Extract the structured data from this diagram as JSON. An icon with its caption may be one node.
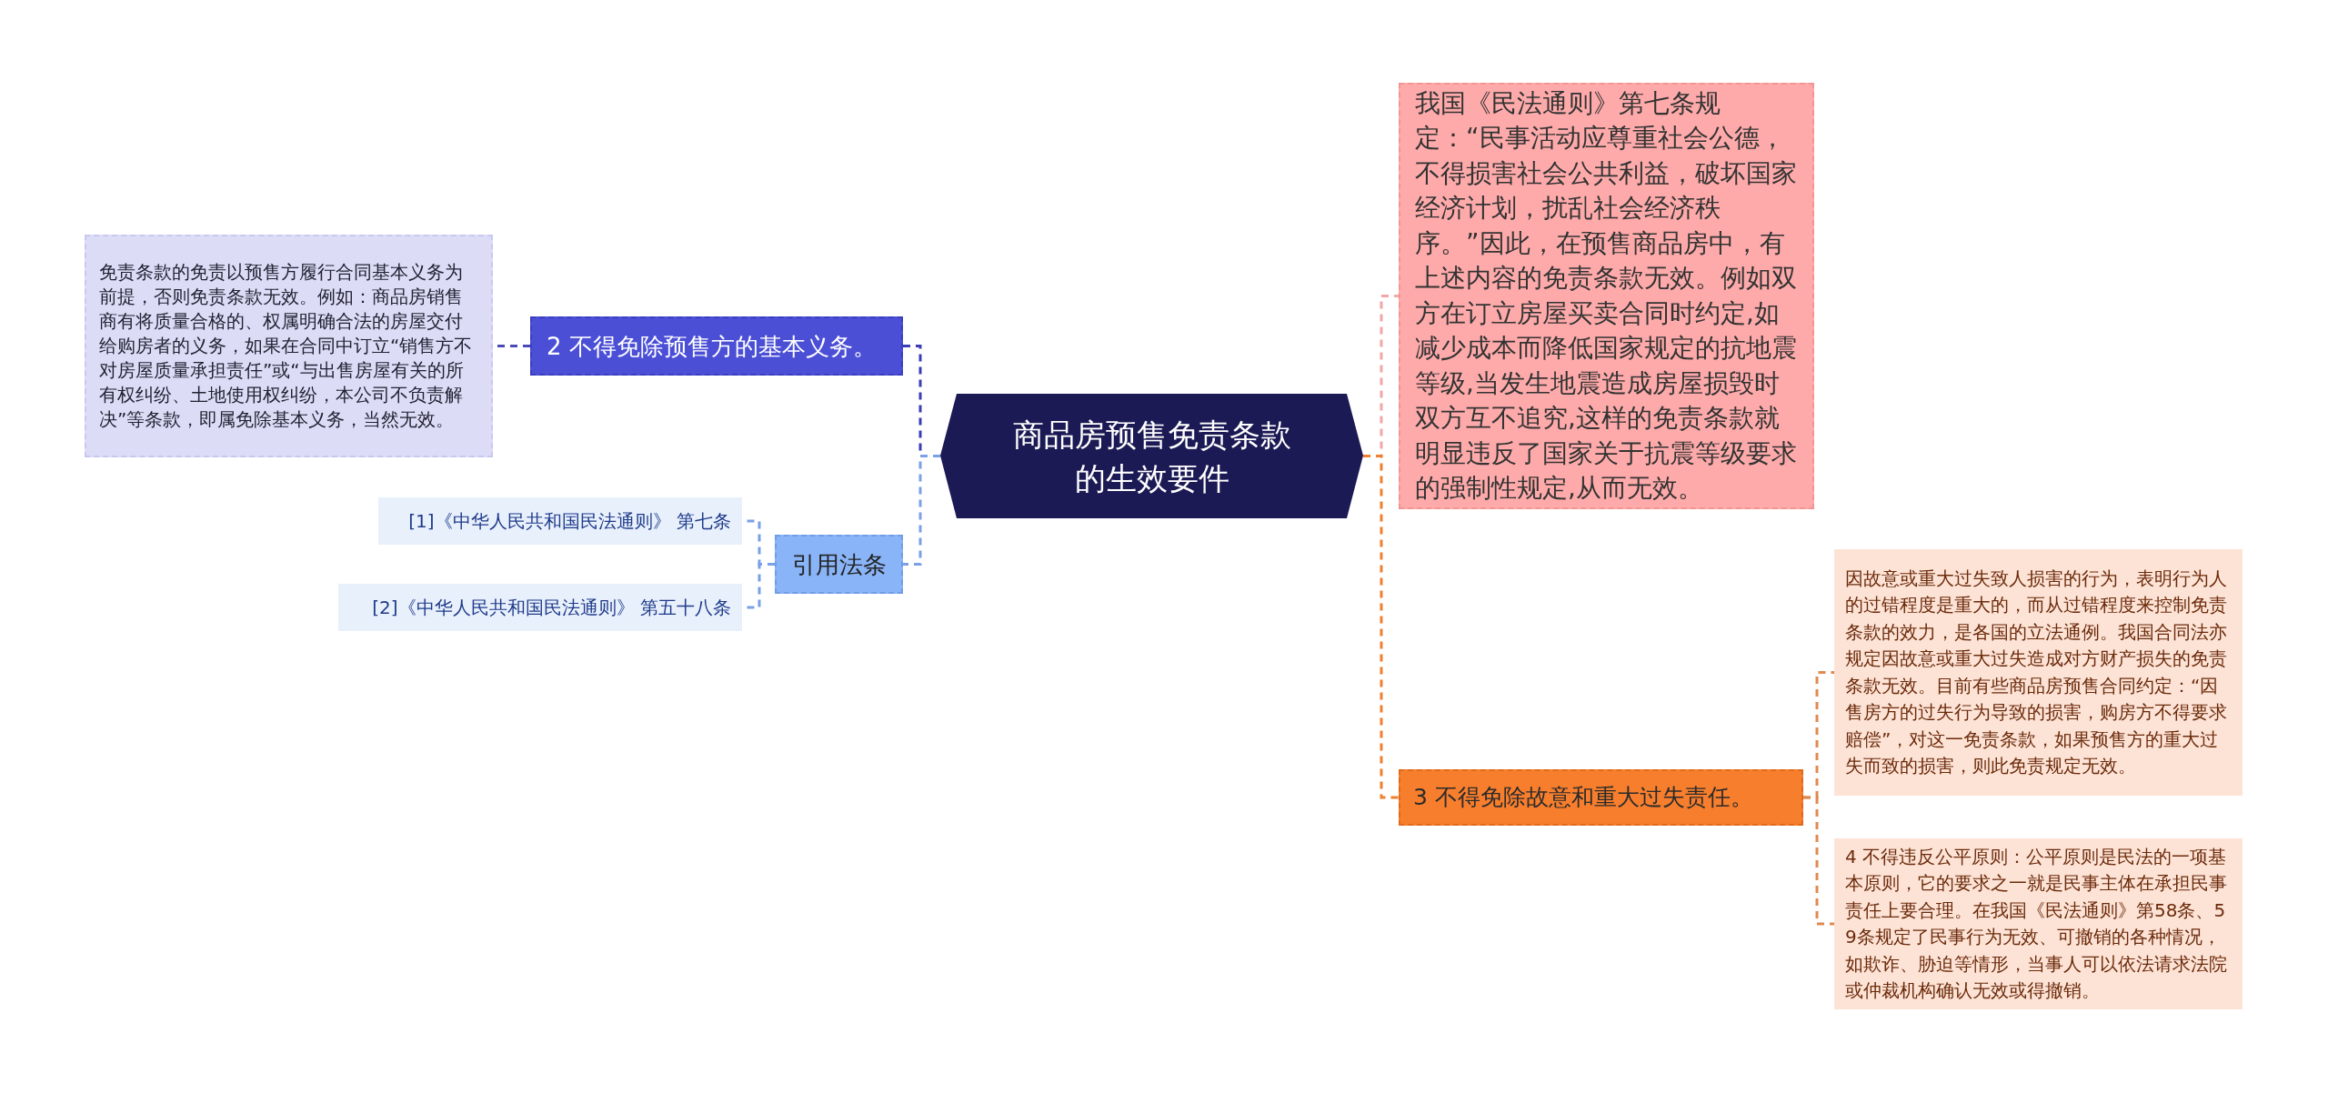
{
  "diagram": {
    "nodes": [
      {
        "text": [
          "商品房预售免责条款的生效要件"
        ]
      },
      {
        "text": [
          "2 不得免除预售方的基本义务。"
        ]
      },
      {
        "text": [
          "免责条款的免责以预售方履行合同基本义务为前提，否则免责条款无效。例如：商品房销售商有将质量合格的、权属明确合法的房屋交付给购房者的义务，如果在合同中订立“销售方不对房屋质量承担责任”或“与出售房屋有关的所有权纠纷、土地使用权纠纷，本公司不负责解决”等条款，即属免除基本义务，当然无效。"
        ]
      },
      {
        "text": [
          "引用法条"
        ]
      },
      {
        "text": [
          "[1]《中华人民共和国民法通则》 第七条"
        ]
      },
      {
        "text": [
          "[2]《中华人民共和国民法通则》 第五十八条"
        ]
      },
      {
        "text": [
          "我国《民法通则》第七条规定：“民事活动应尊重社会公德，不得损害社会公共利益，破坏国家经济计划，扰乱社会经济秩序。”因此，在预售商品房中，有上述内容的免责条款无效。例如双方在订立房屋买卖合同时约定,如减少成本而降低国家规定的抗地震等级,当发生地震造成房屋损毁时双方互不追究,这样的免责条款就明显违反了国家关于抗震等级要求的强制性规定,从而无效。"
        ]
      },
      {
        "text": [
          "3 不得免除故意和重大过失责任。"
        ]
      },
      {
        "text": [
          "因故意或重大过失致人损害的行为，表明行为人的过错程度是重大的，而从过错程度来控制免责条款的效力，是各国的立法通例。我国合同法亦规定因故意或重大过失造成对方财产损失的免责条款无效。目前有些商品房预售合同约定：“因售房方的过失行为导致的损害，购房方不得要求赔偿”，对这一免责条款，如果预售方的重大过失而致的损害，则此免责规定无效。"
        ]
      },
      {
        "text": [
          "4 不得违反公平原则：公平原则是民法的一项基本原则，它的要求之一就是民事主体在承担民事责任上要合理。在我国《民法通则》第58条、59条规定了民事行为无效、可撤销的各种情况，如欺诈、胁迫等情形，当事人可以依法请求法院或仲裁机构确认无效或得撤销。"
        ]
      }
    ],
    "edges": [
      {
        "from": 0,
        "to": 1,
        "arrow": "none",
        "style": "dashed",
        "color": "#3b3db5"
      },
      {
        "from": 1,
        "to": 2,
        "arrow": "none",
        "style": "dashed",
        "color": "#4a4ab8"
      },
      {
        "from": 0,
        "to": 3,
        "arrow": "none",
        "style": "dashed",
        "color": "#7aa0e6"
      },
      {
        "from": 3,
        "to": 4,
        "arrow": "none",
        "style": "dashed",
        "color": "#7aa0e6"
      },
      {
        "from": 3,
        "to": 5,
        "arrow": "none",
        "style": "dashed",
        "color": "#7aa0e6"
      },
      {
        "from": 0,
        "to": 6,
        "arrow": "none",
        "style": "dashed",
        "color": "#f4a6a6"
      },
      {
        "from": 0,
        "to": 7,
        "arrow": "none",
        "style": "dashed",
        "color": "#f07f2f"
      },
      {
        "from": 7,
        "to": 8,
        "arrow": "none",
        "style": "dashed",
        "color": "#e08a50"
      },
      {
        "from": 7,
        "to": 9,
        "arrow": "none",
        "style": "dashed",
        "color": "#e08a50"
      }
    ]
  }
}
